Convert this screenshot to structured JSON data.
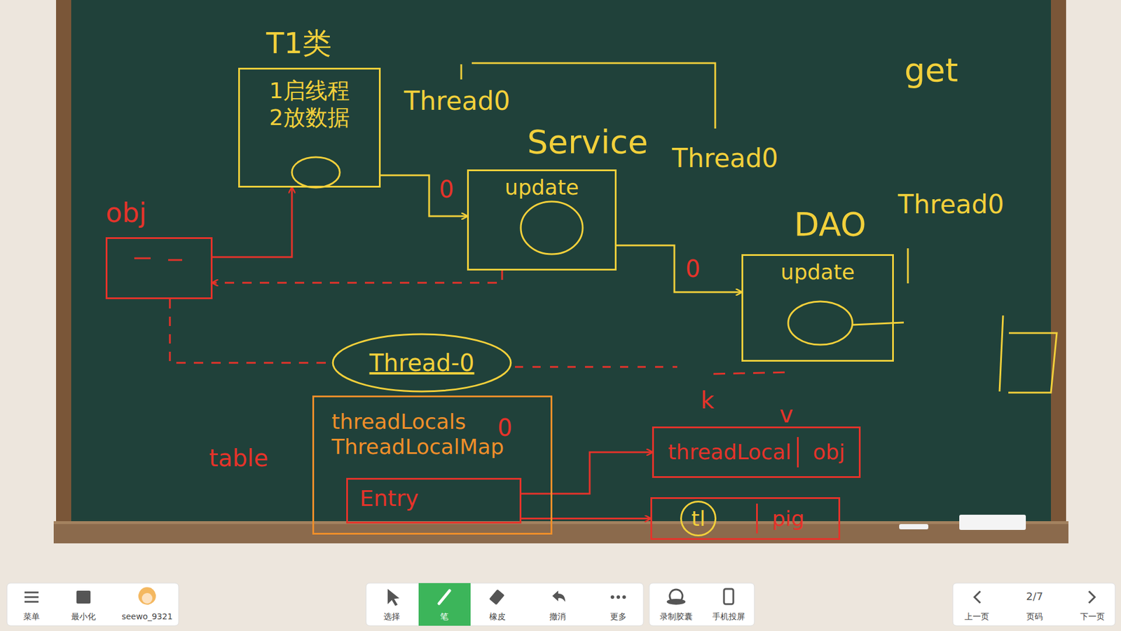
{
  "diagram": {
    "nodes": [
      {
        "text": [
          "T1类",
          "1启线程",
          "2放数据"
        ]
      },
      {
        "text": [
          "Service",
          "update"
        ]
      },
      {
        "text": [
          "DAO",
          "update"
        ]
      },
      {
        "text": [
          "obj"
        ]
      },
      {
        "text": [
          "Thread-0"
        ]
      },
      {
        "text": [
          "threadLocals",
          "ThreadLocalMap"
        ]
      },
      {
        "text": [
          "Entry"
        ],
        "in": 5
      },
      {
        "text": [
          "threadLocal",
          "obj"
        ]
      },
      {
        "text": [
          "tl",
          "pig"
        ]
      }
    ],
    "edges": [
      {
        "from": 0,
        "to": 1,
        "arrow": "to",
        "label": "0"
      },
      {
        "from": 1,
        "to": 2,
        "arrow": "to",
        "label": "0"
      },
      {
        "from": 3,
        "to": 0,
        "arrow": "to"
      },
      {
        "from": 1,
        "to": 3,
        "arrow": "to"
      },
      {
        "from": 3,
        "to": 4,
        "arrow": "none"
      },
      {
        "from": 6,
        "to": 7,
        "arrow": "to"
      },
      {
        "from": 6,
        "to": 8,
        "arrow": "to"
      }
    ],
    "labels": [
      "Thread0",
      "Thread0",
      "Thread0",
      "get",
      "table",
      "k",
      "v",
      "0",
      "菜单",
      "最小化",
      "seewo_9321",
      "选择",
      "笔",
      "橡皮",
      "撤消",
      "更多",
      "录制胶囊",
      "手机投屏",
      "上一页",
      "2/7",
      "页码",
      "下一页"
    ]
  }
}
